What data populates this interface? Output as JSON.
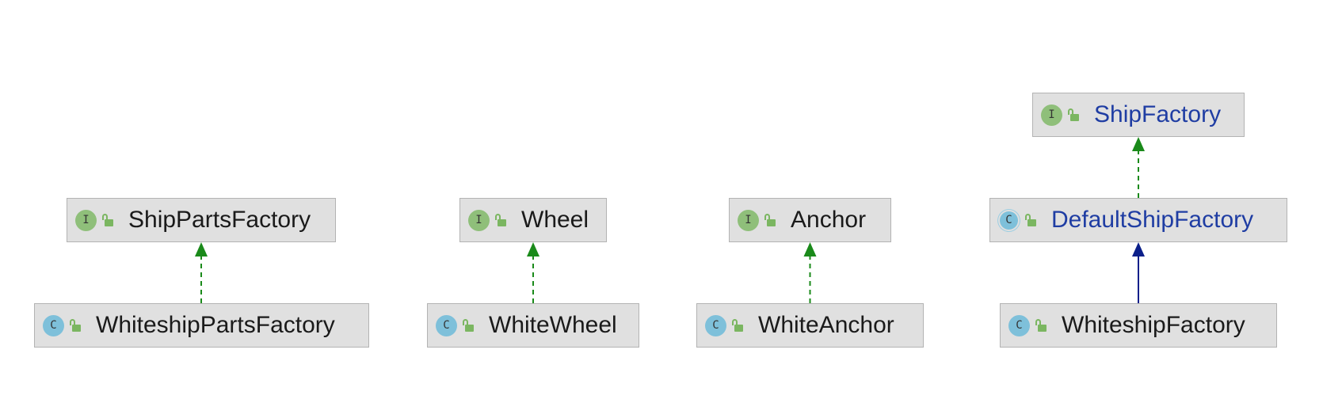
{
  "colors": {
    "node_fill": "#e0e0e0",
    "node_border": "#b3b3b3",
    "interface_badge": "#8fbf7a",
    "class_badge": "#7ec0da",
    "realization_arrow": "#1a8a1a",
    "extends_arrow": "#0b1f8a",
    "highlight_text": "#1f3da3"
  },
  "nodes": [
    {
      "id": "ship_parts_factory",
      "kind": "interface",
      "badge": "I",
      "label": "ShipPartsFactory"
    },
    {
      "id": "whiteship_parts_factory",
      "kind": "class",
      "badge": "C",
      "label": "WhiteshipPartsFactory"
    },
    {
      "id": "wheel",
      "kind": "interface",
      "badge": "I",
      "label": "Wheel"
    },
    {
      "id": "white_wheel",
      "kind": "class",
      "badge": "C",
      "label": "WhiteWheel"
    },
    {
      "id": "anchor",
      "kind": "interface",
      "badge": "I",
      "label": "Anchor"
    },
    {
      "id": "white_anchor",
      "kind": "class",
      "badge": "C",
      "label": "WhiteAnchor"
    },
    {
      "id": "ship_factory",
      "kind": "interface",
      "badge": "I",
      "label": "ShipFactory",
      "highlight": true
    },
    {
      "id": "default_ship_factory",
      "kind": "abstract-class",
      "badge": "C",
      "label": "DefaultShipFactory",
      "highlight": true
    },
    {
      "id": "whiteship_factory",
      "kind": "class",
      "badge": "C",
      "label": "WhiteshipFactory"
    }
  ],
  "edges": [
    {
      "from": "whiteship_parts_factory",
      "to": "ship_parts_factory",
      "type": "implements"
    },
    {
      "from": "white_wheel",
      "to": "wheel",
      "type": "implements"
    },
    {
      "from": "white_anchor",
      "to": "anchor",
      "type": "implements"
    },
    {
      "from": "default_ship_factory",
      "to": "ship_factory",
      "type": "implements"
    },
    {
      "from": "whiteship_factory",
      "to": "default_ship_factory",
      "type": "extends"
    }
  ],
  "icons": {
    "interface_badge": "interface-badge-icon",
    "class_badge": "class-badge-icon",
    "visibility": "unlocked-icon"
  }
}
